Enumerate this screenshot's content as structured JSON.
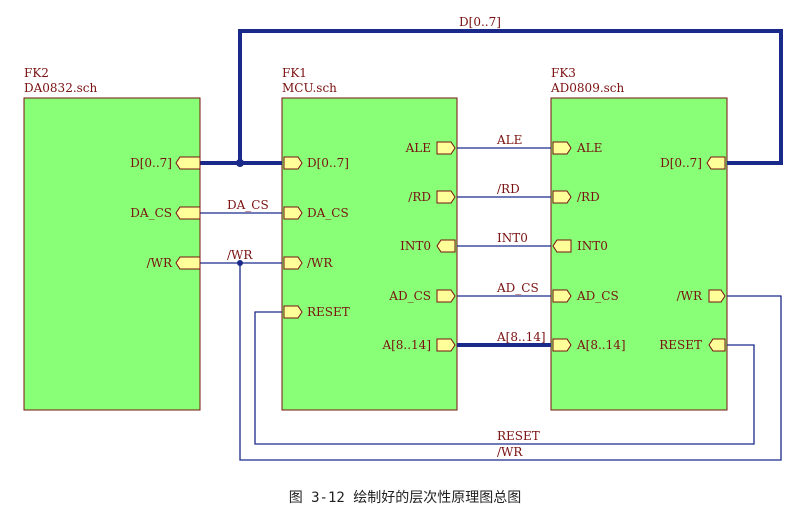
{
  "colors": {
    "sheet_fill": "#88ff77",
    "sheet_border": "#7a1010",
    "port_fill": "#ffff99",
    "wire": "#1a2a8a",
    "text": "#7a1010"
  },
  "sheets": {
    "fk2": {
      "designator": "FK2",
      "filename": "DA0832.sch",
      "ports": [
        "D[0..7]",
        "DA_CS",
        "/WR"
      ]
    },
    "fk1": {
      "designator": "FK1",
      "filename": "MCU.sch",
      "ports": [
        "D[0..7]",
        "DA_CS",
        "/WR",
        "RESET",
        "ALE",
        "/RD",
        "INT0",
        "AD_CS",
        "A[8..14]"
      ]
    },
    "fk3": {
      "designator": "FK3",
      "filename": "AD0809.sch",
      "ports": [
        "ALE",
        "/RD",
        "INT0",
        "AD_CS",
        "A[8..14]",
        "D[0..7]",
        "/WR",
        "RESET"
      ]
    }
  },
  "net_labels": {
    "d07_top": "D[0..7]",
    "da_cs": "DA_CS",
    "wr_left": "/WR",
    "ale": "ALE",
    "rd": "/RD",
    "int0": "INT0",
    "ad_cs": "AD_CS",
    "a814": "A[8..14]",
    "reset_bottom": "RESET",
    "wr_bottom": "/WR"
  },
  "caption": "图 3-12 绘制好的层次性原理图总图"
}
